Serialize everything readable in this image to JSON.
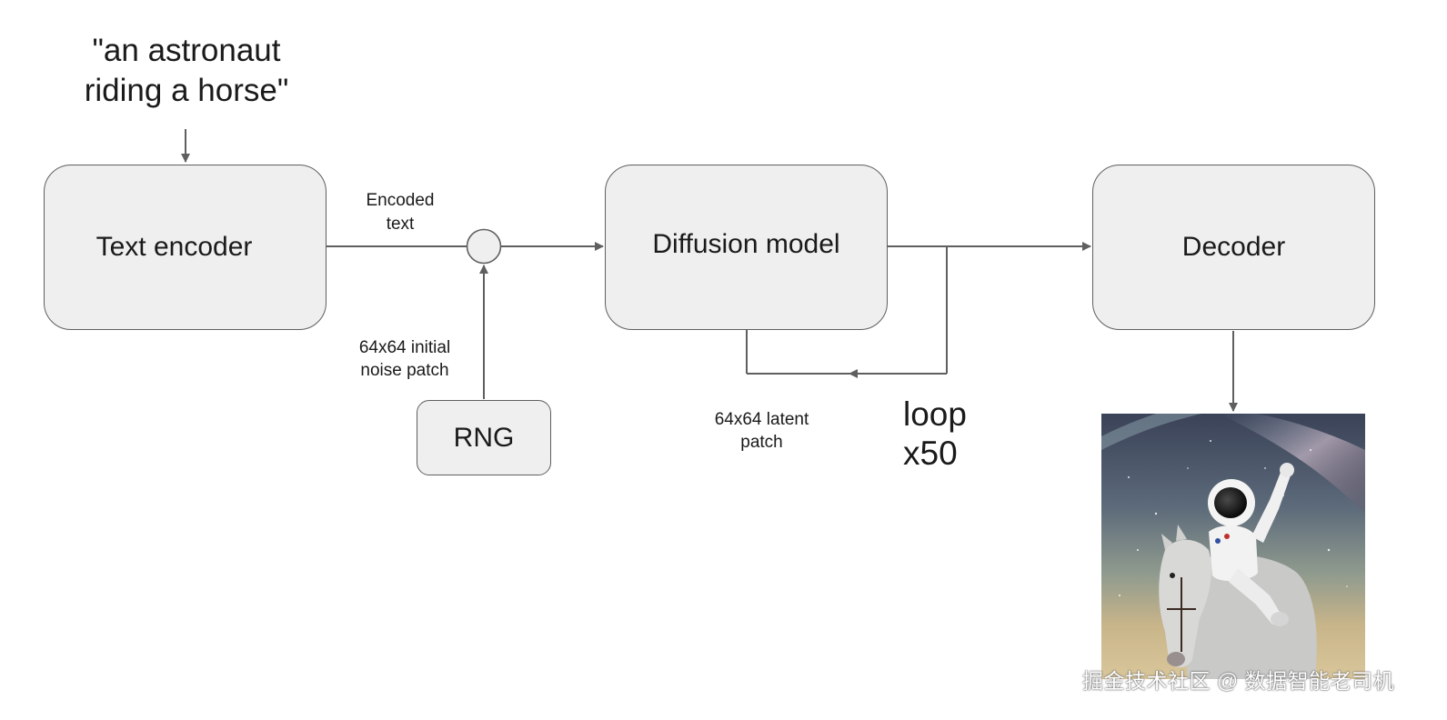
{
  "prompt": "\"an astronaut\nriding a horse\"",
  "boxes": {
    "text_encoder": "Text encoder",
    "diffusion_model": "Diffusion model",
    "decoder": "Decoder",
    "rng": "RNG"
  },
  "labels": {
    "encoded_text": "Encoded\ntext",
    "noise_patch": "64x64 initial\nnoise patch",
    "latent_patch": "64x64 latent\npatch",
    "loop": "loop\nx50"
  },
  "watermark": "掘金技术社区 @ 数据智能老司机",
  "colors": {
    "box_fill": "#efefef",
    "stroke": "#5f5f5f",
    "text": "#1a1a1a"
  },
  "icons": {
    "output_image": "astronaut-riding-horse-image"
  }
}
